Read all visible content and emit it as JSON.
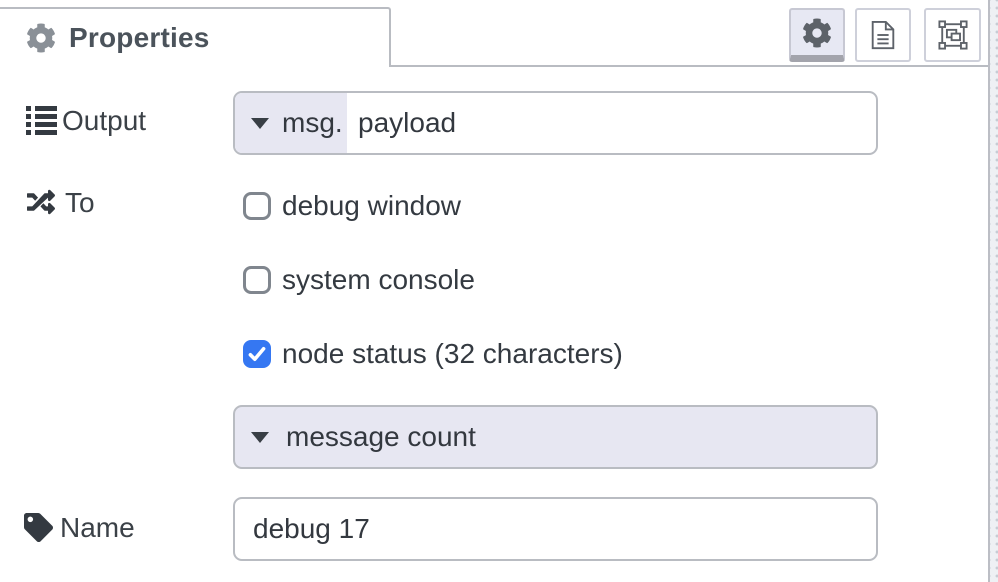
{
  "panel": {
    "tab": {
      "label": "Properties",
      "icon": "gear-icon"
    },
    "toolbar": {
      "buttons": [
        {
          "id": "properties",
          "icon": "gear-icon",
          "active": true
        },
        {
          "id": "description",
          "icon": "document-icon",
          "active": false
        },
        {
          "id": "appearance",
          "icon": "appearance-icon",
          "active": false
        }
      ]
    }
  },
  "form": {
    "output": {
      "label": "Output",
      "icon": "list-icon",
      "property_type": "msg.",
      "value": "payload"
    },
    "to": {
      "label": "To",
      "icon": "shuffle-icon",
      "options": [
        {
          "label": "debug window",
          "checked": false
        },
        {
          "label": "system console",
          "checked": false
        },
        {
          "label": "node status (32 characters)",
          "checked": true
        }
      ],
      "status_value": "message count"
    },
    "name": {
      "label": "Name",
      "icon": "tag-icon",
      "value": "debug 17"
    }
  },
  "colors": {
    "accent_checkbox": "#3577f2",
    "field_border": "#b9bcc2",
    "typed_button_bg": "#e7e7f2",
    "active_button_strip": "#a3a4ac",
    "text": "#33383f"
  }
}
